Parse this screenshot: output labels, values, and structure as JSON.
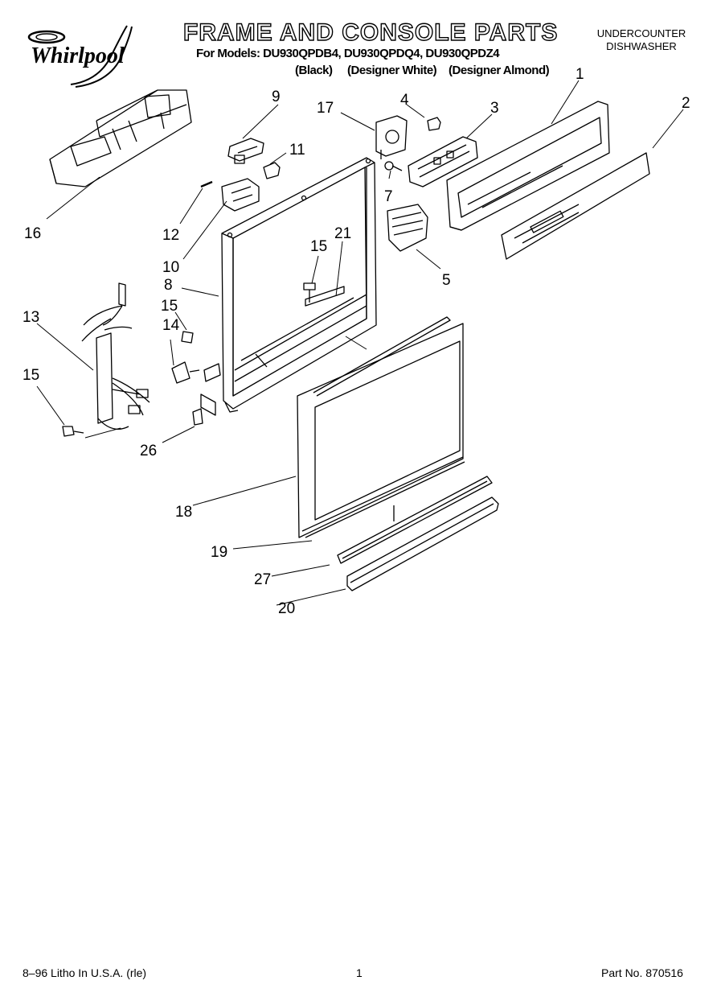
{
  "brand": {
    "logo_text": "Whirlpool"
  },
  "header": {
    "title": "FRAME AND CONSOLE PARTS",
    "models_line": "For Models: DU930QPDB4, DU930QPDQ4, DU930QPDZ4",
    "variants": [
      "(Black)",
      "(Designer White)",
      "(Designer Almond)"
    ],
    "appliance_line1": "UNDERCOUNTER",
    "appliance_line2": "DISHWASHER"
  },
  "callouts": [
    "1",
    "2",
    "3",
    "4",
    "5",
    "7",
    "8",
    "9",
    "10",
    "11",
    "12",
    "13",
    "14",
    "15",
    "15",
    "15",
    "16",
    "17",
    "18",
    "19",
    "20",
    "21",
    "26",
    "27"
  ],
  "footer": {
    "left": "8–96 Litho In U.S.A. (rle)",
    "center": "1",
    "right": "Part No. 870516"
  }
}
